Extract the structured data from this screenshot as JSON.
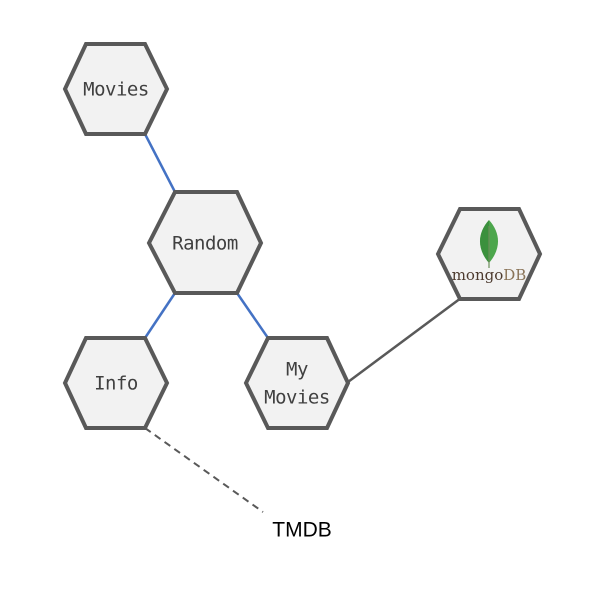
{
  "nodes": {
    "movies": {
      "label": "Movies"
    },
    "random": {
      "label": "Random"
    },
    "info": {
      "label": "Info"
    },
    "my_movies": {
      "label_line1": "My",
      "label_line2": "Movies"
    },
    "mongodb": {
      "label_part1": "mongo",
      "label_part2": "DB",
      "icon": "mongodb-leaf-icon",
      "colors": {
        "part1": "#4d3b2f",
        "part2": "#8a7458",
        "leaf": "#4ca64c",
        "leaf_dark": "#2e7d32"
      }
    }
  },
  "external": {
    "tmdb": {
      "label": "TMDB"
    }
  },
  "edges": [
    {
      "from": "movies",
      "to": "random",
      "style": "solid",
      "color": "#4472c4"
    },
    {
      "from": "random",
      "to": "info",
      "style": "solid",
      "color": "#4472c4"
    },
    {
      "from": "random",
      "to": "my_movies",
      "style": "solid",
      "color": "#4472c4"
    },
    {
      "from": "my_movies",
      "to": "mongodb",
      "style": "solid",
      "color": "#595959"
    },
    {
      "from": "info",
      "to": "tmdb",
      "style": "dashed",
      "color": "#595959"
    }
  ],
  "colors": {
    "hex_fill": "#f2f2f2",
    "hex_stroke": "#595959",
    "edge_blue": "#4472c4",
    "edge_gray": "#595959"
  }
}
